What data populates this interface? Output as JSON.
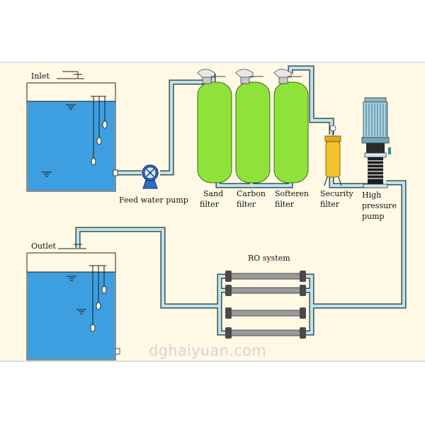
{
  "tanks": {
    "inlet_label": "Inlet",
    "outlet_label": "Outlet"
  },
  "equipment": {
    "feed_pump_label": "Feed water pump",
    "sand_filter_label": [
      "Sand",
      "filter"
    ],
    "carbon_filter_label": [
      "Carbon",
      "filter"
    ],
    "softener_filter_label": [
      "Softeren",
      "filter"
    ],
    "security_filter_label": [
      "Security",
      "filter"
    ],
    "high_pressure_pump_label": [
      "High",
      "pressure",
      "pump"
    ],
    "ro_system_label": "RO system"
  },
  "watermark": "dghaiyuan.com",
  "colors": {
    "background_panel": "#fff9e6",
    "water": "#3d9fe0",
    "pipe": "#b9e5ef",
    "filter_body": "#8ee23a",
    "security_filter": "#f3c22c",
    "pump": "#2f6fc9",
    "motor": "#a6d7e6",
    "membrane": "#9a9a9a"
  }
}
